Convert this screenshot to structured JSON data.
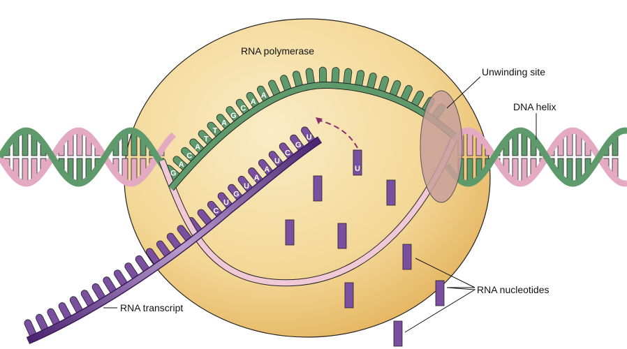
{
  "labels": {
    "enzyme": "RNA polymerase",
    "unwinding": "Unwinding site",
    "dna": "DNA helix",
    "nucleotides": "RNA nucleotides",
    "transcript": "RNA transcript"
  },
  "template_bases": [
    "G",
    "A",
    "C",
    "A",
    "T",
    "T",
    "A",
    "G",
    "C",
    "A",
    "A"
  ],
  "rna_bases": [
    "C",
    "U",
    "G",
    "U",
    "A",
    "A",
    "U",
    "C",
    "G",
    "U"
  ],
  "incoming_base": "U",
  "colors": {
    "enzyme": "#f3d796",
    "template_strand": "#5e9a6c",
    "coding_strand": "#e4aac2",
    "rna": "#6e3f91",
    "unwinding_site": "#c9a09a"
  }
}
